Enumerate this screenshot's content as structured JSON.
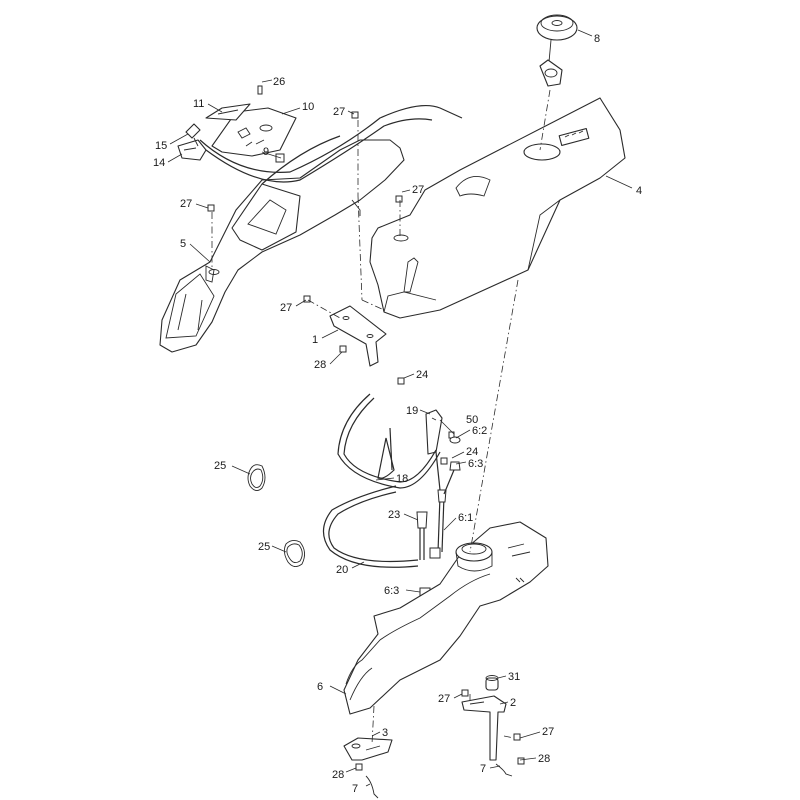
{
  "callouts": [
    {
      "id": "c8",
      "text": "8"
    },
    {
      "id": "c26",
      "text": "26"
    },
    {
      "id": "c11",
      "text": "11"
    },
    {
      "id": "c10",
      "text": "10"
    },
    {
      "id": "c27a",
      "text": "27"
    },
    {
      "id": "c15",
      "text": "15"
    },
    {
      "id": "c9",
      "text": "9"
    },
    {
      "id": "c14",
      "text": "14"
    },
    {
      "id": "c4",
      "text": "4"
    },
    {
      "id": "c27b",
      "text": "27"
    },
    {
      "id": "c27c",
      "text": "27"
    },
    {
      "id": "c5",
      "text": "5"
    },
    {
      "id": "c27d",
      "text": "27"
    },
    {
      "id": "c1",
      "text": "1"
    },
    {
      "id": "c28a",
      "text": "28"
    },
    {
      "id": "c24a",
      "text": "24"
    },
    {
      "id": "c19",
      "text": "19"
    },
    {
      "id": "c50",
      "text": "50"
    },
    {
      "id": "c62",
      "text": "6:2"
    },
    {
      "id": "c24b",
      "text": "24"
    },
    {
      "id": "c63a",
      "text": "6:3"
    },
    {
      "id": "c25a",
      "text": "25"
    },
    {
      "id": "c18",
      "text": "18"
    },
    {
      "id": "c23",
      "text": "23"
    },
    {
      "id": "c61",
      "text": "6:1"
    },
    {
      "id": "c25b",
      "text": "25"
    },
    {
      "id": "c20",
      "text": "20"
    },
    {
      "id": "c63b",
      "text": "6:3"
    },
    {
      "id": "c6",
      "text": "6"
    },
    {
      "id": "c31",
      "text": "31"
    },
    {
      "id": "c27e",
      "text": "27"
    },
    {
      "id": "c2",
      "text": "2"
    },
    {
      "id": "c3",
      "text": "3"
    },
    {
      "id": "c27f",
      "text": "27"
    },
    {
      "id": "c28b",
      "text": "28"
    },
    {
      "id": "c7a",
      "text": "7"
    },
    {
      "id": "c28c",
      "text": "28"
    },
    {
      "id": "c7b",
      "text": "7"
    }
  ]
}
